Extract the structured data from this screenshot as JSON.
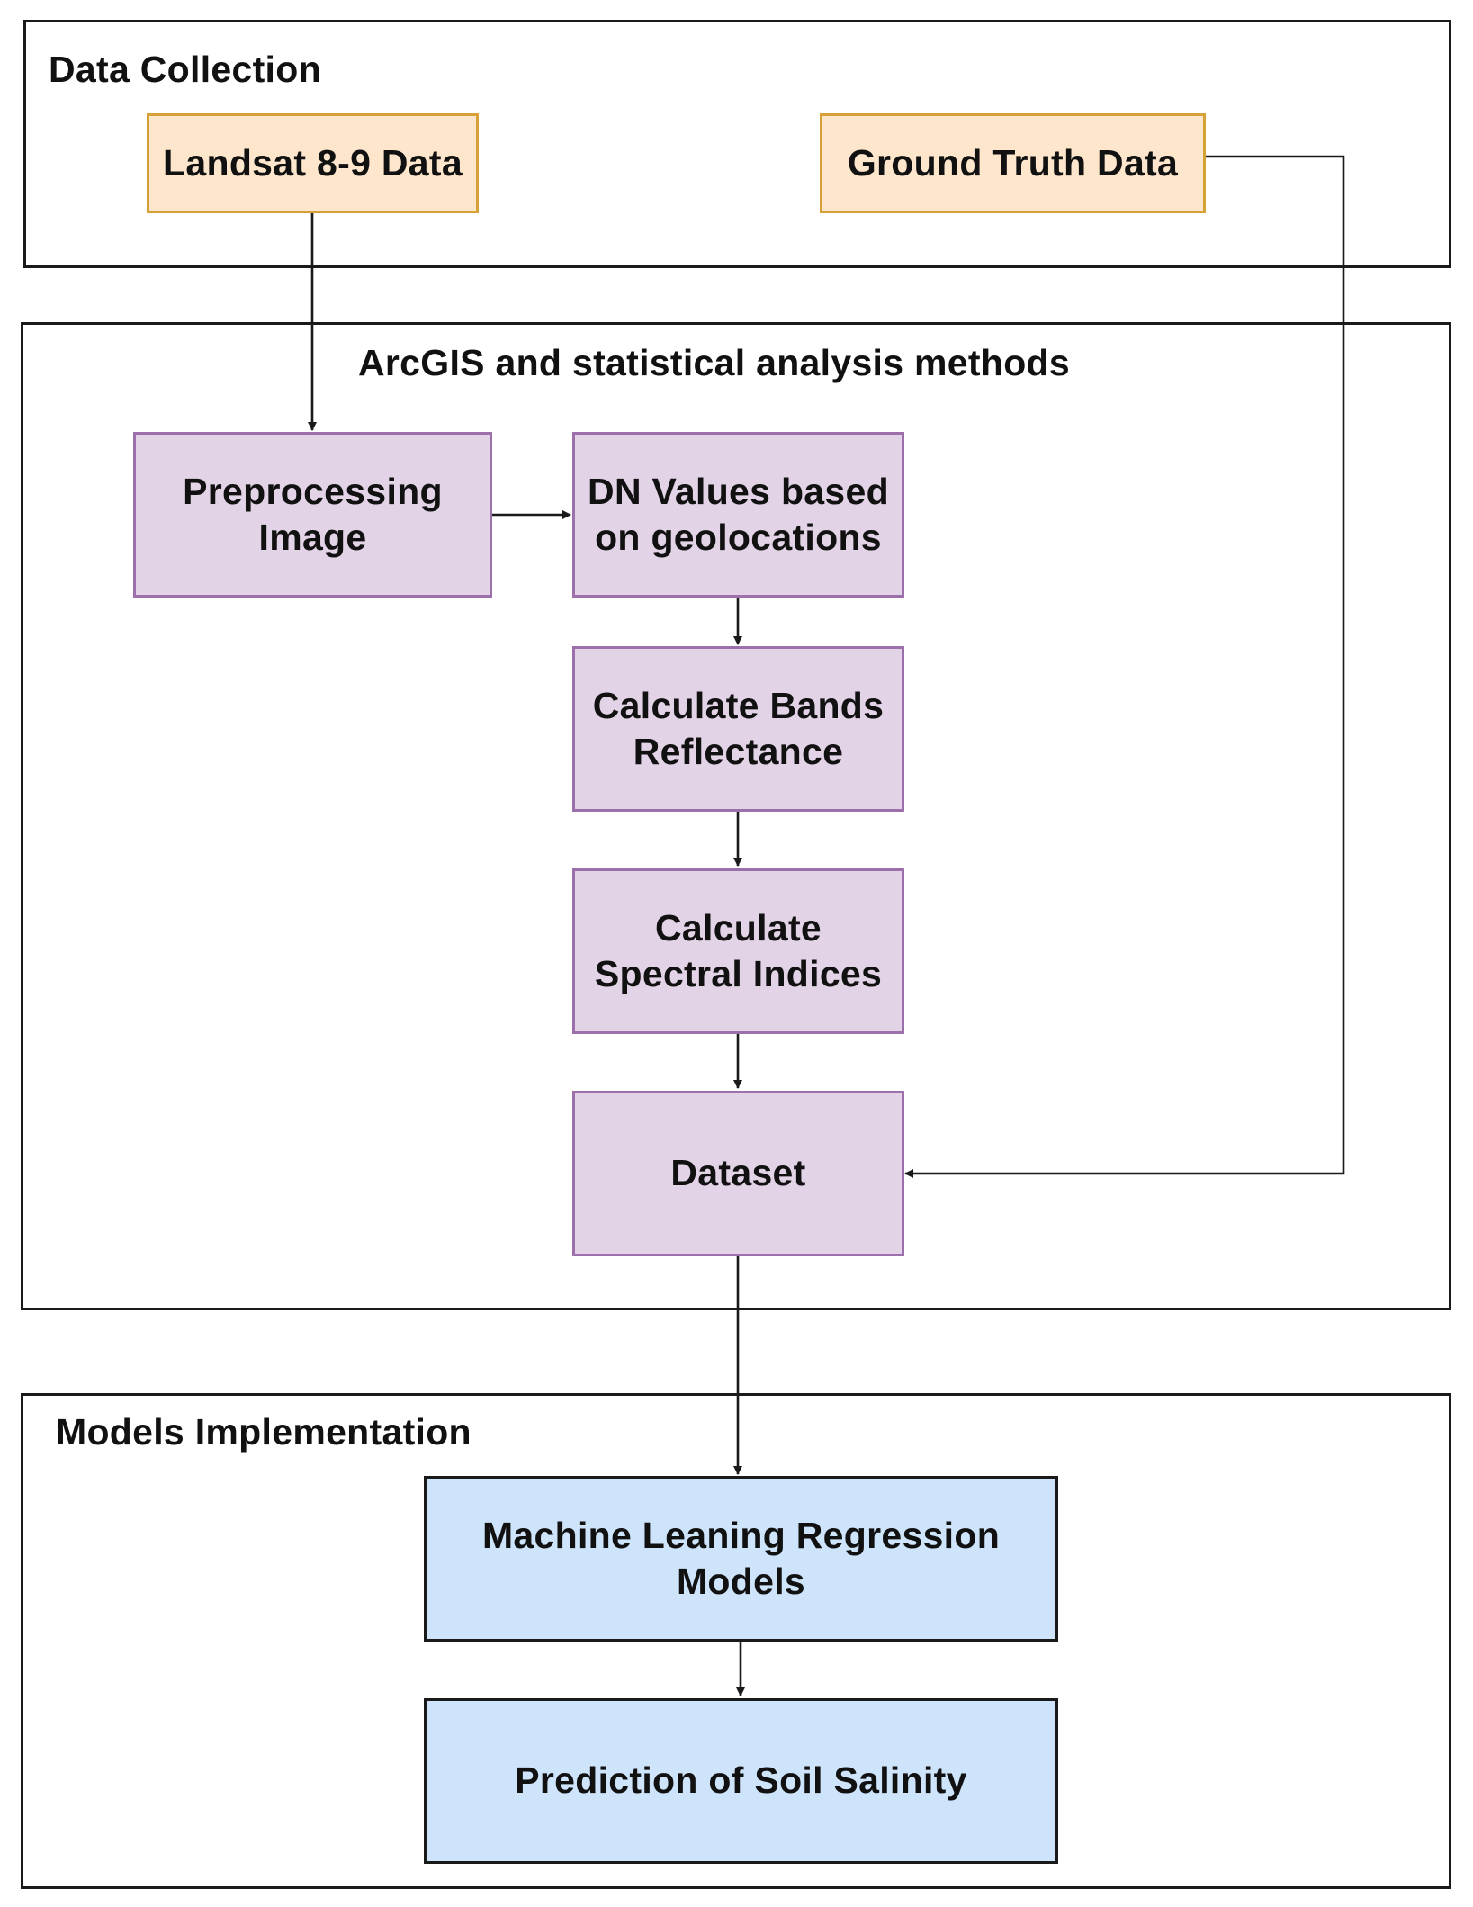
{
  "sections": {
    "data_collection": {
      "title": "Data Collection"
    },
    "analysis": {
      "title": "ArcGIS and statistical analysis methods"
    },
    "models": {
      "title": "Models Implementation"
    }
  },
  "nodes": {
    "landsat": {
      "label": "Landsat 8-9 Data"
    },
    "ground_truth": {
      "label": "Ground Truth Data"
    },
    "preprocessing": {
      "label": "Preprocessing\nImage"
    },
    "dn_values": {
      "label": "DN Values based\non geolocations"
    },
    "bands_reflectance": {
      "label": "Calculate  Bands\nReflectance"
    },
    "spectral_indices": {
      "label": "Calculate\nSpectral Indices"
    },
    "dataset": {
      "label": "Dataset"
    },
    "ml_models": {
      "label": "Machine Leaning Regression\nModels"
    },
    "prediction": {
      "label": "Prediction of Soil Salinity"
    }
  },
  "colors": {
    "orange_fill": "#fde6cc",
    "orange_border": "#d6a237",
    "purple_fill": "#e2d3e6",
    "purple_border": "#9d6fab",
    "blue_fill": "#cde4fa",
    "blue_border": "#1a1a1a",
    "line": "#1a1a1a"
  }
}
